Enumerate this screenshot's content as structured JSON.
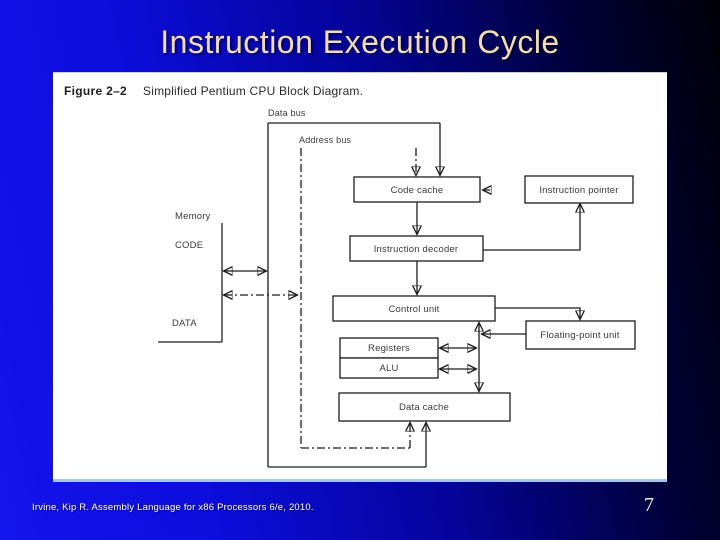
{
  "slide": {
    "title": "Instruction Execution Cycle",
    "footer": "Irvine, Kip R. Assembly Language for x86 Processors 6/e, 2010.",
    "page_number": "7"
  },
  "figure": {
    "label": "Figure 2–2",
    "caption": "Simplified Pentium CPU Block Diagram."
  },
  "diagram": {
    "data_bus_label": "Data bus",
    "address_bus_label": "Address bus",
    "memory": {
      "title": "Memory",
      "code": "CODE",
      "data": "DATA"
    },
    "boxes": {
      "code_cache": "Code cache",
      "instruction_pointer": "Instruction pointer",
      "instruction_decoder": "Instruction decoder",
      "control_unit": "Control unit",
      "registers": "Registers",
      "alu": "ALU",
      "data_cache": "Data cache",
      "floating_point_unit": "Floating-point unit"
    }
  },
  "colors": {
    "background_left": "#1414ec",
    "background_right": "#000010",
    "title_text": "#f2dcb0",
    "panel": "#ffffff",
    "diagram_ink": "#1c1c1c",
    "footer_text": "#ffffff"
  }
}
